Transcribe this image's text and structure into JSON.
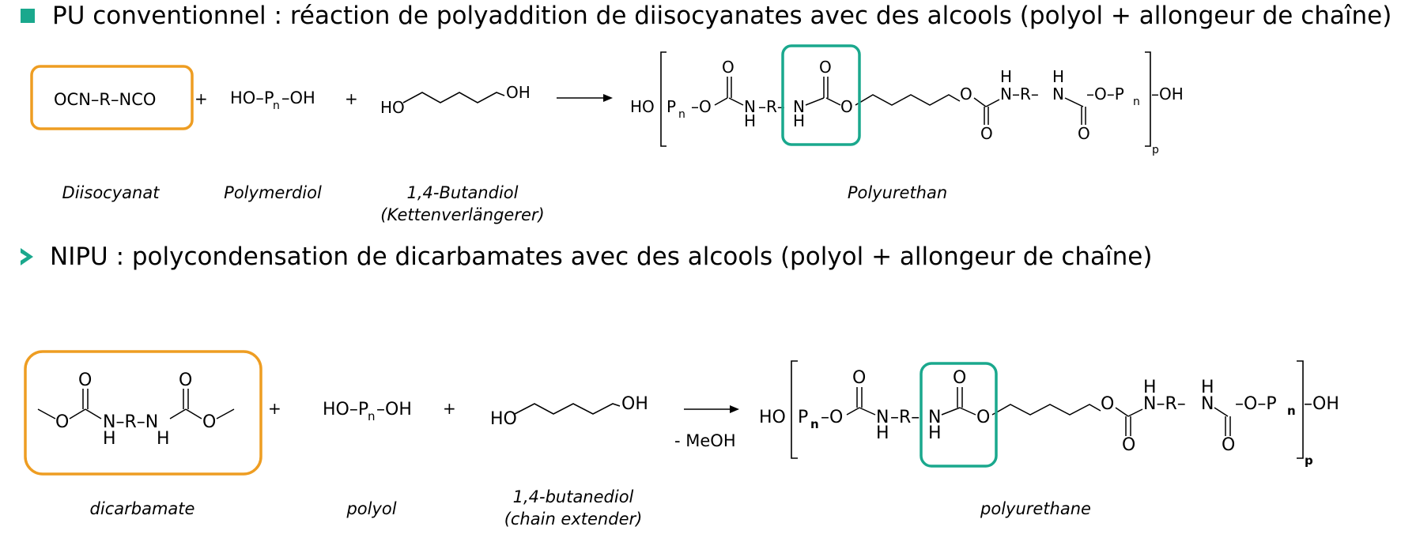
{
  "section1": {
    "heading": "PU conventionnel : réaction de polyaddition de diisocyanates avec des alcools (polyol + allongeur de chaîne)",
    "labels": {
      "diisocyanate": "Diisocyanat",
      "polyol": "Polymerdiol",
      "butanediol": "1,4-Butandiol",
      "butanediol_sub": "(Kettenverlängerer)",
      "product": "Polyurethan"
    }
  },
  "section2": {
    "heading": "NIPU : polycondensation de dicarbamates avec des alcools (polyol + allongeur de chaîne)",
    "byproduct": "- MeOH",
    "labels": {
      "dicarbamate": "dicarbamate",
      "polyol": "polyol",
      "butanediol": "1,4-butanediol",
      "butanediol_sub": "(chain extender)",
      "product": "polyurethane"
    }
  },
  "chem": {
    "diisocyanate": "OCN–R–NCO",
    "polyol_formula": "HO–Pn–OH",
    "plus": "+",
    "repeat": "p"
  },
  "colors": {
    "reactant_box": "#ee9d22",
    "urethane_box": "#1aa88d",
    "bullet": "#1aa88d"
  }
}
